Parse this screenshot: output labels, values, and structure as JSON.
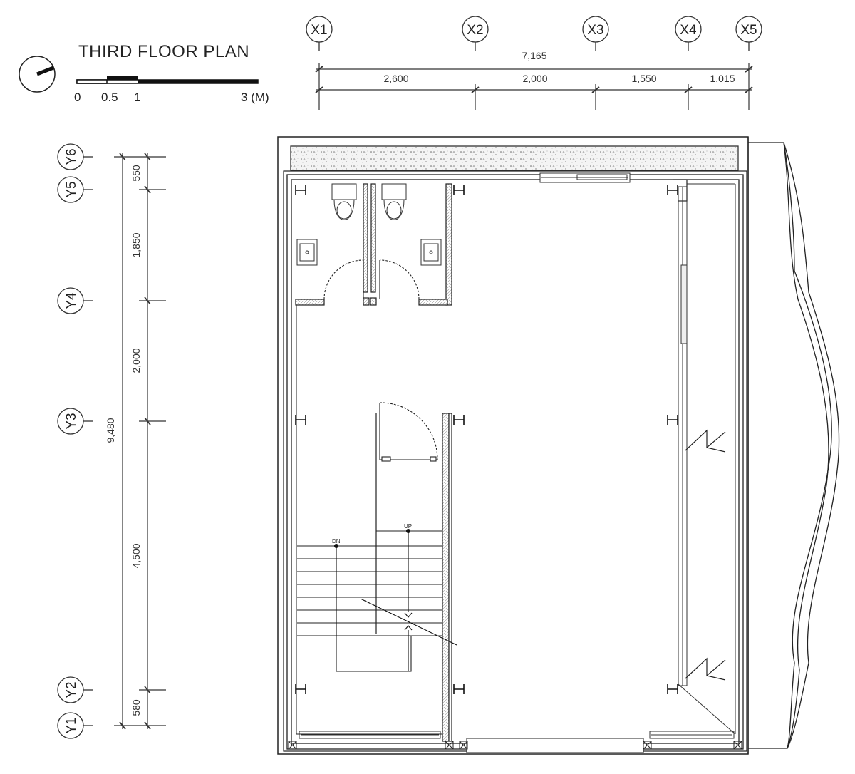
{
  "title": "THIRD FLOOR PLAN",
  "scale_bar": {
    "labels": [
      "0",
      "0.5",
      "1",
      "3 (M)"
    ]
  },
  "grid_x": {
    "labels": [
      "X1",
      "X2",
      "X3",
      "X4",
      "X5"
    ],
    "total": "7,165",
    "spans": [
      "2,600",
      "2,000",
      "1,550",
      "1,015"
    ]
  },
  "grid_y": {
    "labels": [
      "Y6",
      "Y5",
      "Y4",
      "Y3",
      "Y2",
      "Y1"
    ],
    "total": "9,480",
    "spans": [
      "550",
      "1,850",
      "2,000",
      "4,500",
      "580"
    ]
  },
  "stair": {
    "dn": "DN",
    "up": "UP"
  },
  "icons": {
    "north": "north-arrow-icon"
  }
}
